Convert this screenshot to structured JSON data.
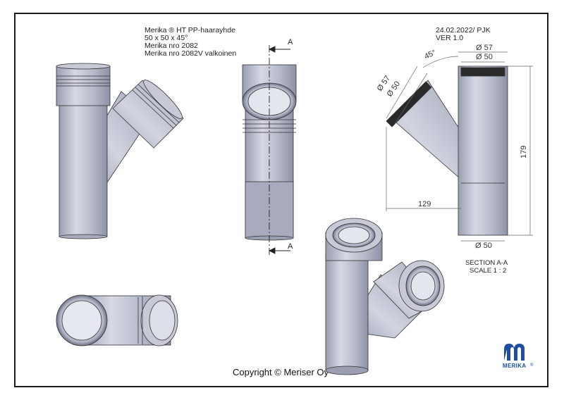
{
  "title_block": {
    "line1": "Merika ® HT PP-haarayhde",
    "line2": "50 x 50 x 45°",
    "line3": "Merika nro  2082",
    "line4": "Merika nro  2082V valkoinen"
  },
  "revision": {
    "date_author": "24.02.2022/ PJK",
    "version": "VER 1.0"
  },
  "section_marker": "A",
  "section_caption": {
    "line1": "SECTION A-A",
    "line2": "SCALE 1 : 2"
  },
  "dimensions": {
    "angle": "45°",
    "outer_diameter": "Ø 57",
    "inner_diameter": "Ø 50",
    "height": "179",
    "width": "129",
    "bottom_diameter": "Ø 50"
  },
  "copyright": "Copyright © Meriser Oy",
  "logo": {
    "text": "MERIKA",
    "reg": "®"
  },
  "colors": {
    "pipe_fill": "#b9bccc",
    "pipe_dark": "#8c90a4",
    "pipe_light": "#dcdee8",
    "line": "#333333",
    "dim_line": "#666666",
    "brand_blue": "#1d4fa0"
  }
}
